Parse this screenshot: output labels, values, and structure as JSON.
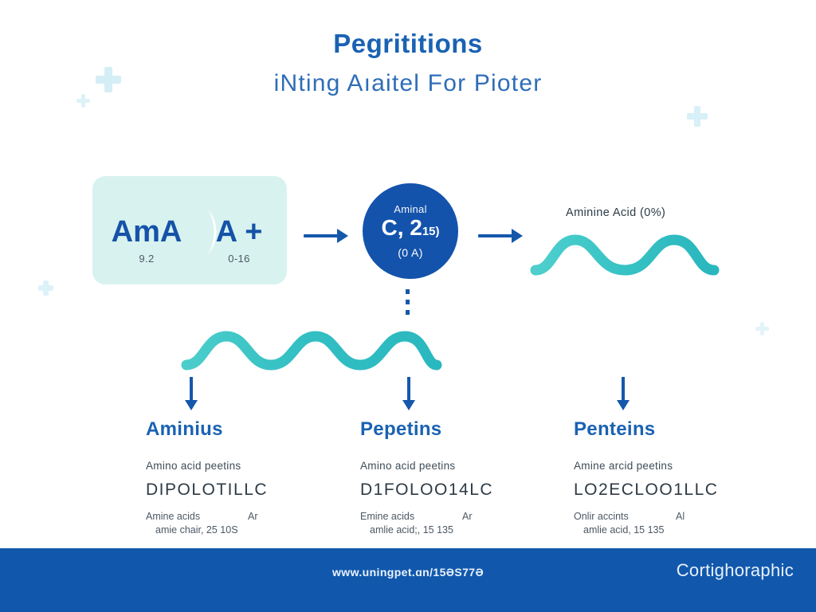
{
  "header": {
    "title": "Pegrititions",
    "subtitle": "iNting Aıaitel For Pioter"
  },
  "stage1": {
    "left_symbol": "AmA",
    "left_value": "9.2",
    "right_symbol": "A +",
    "right_value": "0-16"
  },
  "stage2": {
    "top_label": "Aminal",
    "main_label": "C, 2",
    "main_suffix": "15)",
    "bottom_label": "(0 A)"
  },
  "stage3": {
    "wave_label": "Aminine Acid (0%)"
  },
  "columns": [
    {
      "title": "Aminius",
      "subtitle": "Amino acid peetins",
      "code": "DIPOLOTILLC",
      "foot_a": "Amine acids",
      "foot_b": "Ar",
      "foot_line2": "amie chair, 25 10S"
    },
    {
      "title": "Pepetins",
      "subtitle": "Amino acid peetins",
      "code": "D1FOLOO14LC",
      "foot_a": "Emine acids",
      "foot_b": "Ar",
      "foot_line2": "amlie acid;, 15 135"
    },
    {
      "title": "Penteins",
      "subtitle": "Amine arcid peetins",
      "code": "LO2ECLOO1LLC",
      "foot_a": "Onlir accints",
      "foot_b": "Al",
      "foot_line2": "amlie acid, 15 135"
    }
  ],
  "footer": {
    "url": "www.uningpet.ɑn/15ƏS77Ə",
    "brand": "Cortighoraphic"
  },
  "colors": {
    "brand_blue": "#1a62b3",
    "deep_blue": "#1453ac",
    "footer_blue": "#1158ad",
    "teal": "#3fc6c6",
    "light_box": "#d8f2ef",
    "cross_tint": "#d6f0f5"
  }
}
